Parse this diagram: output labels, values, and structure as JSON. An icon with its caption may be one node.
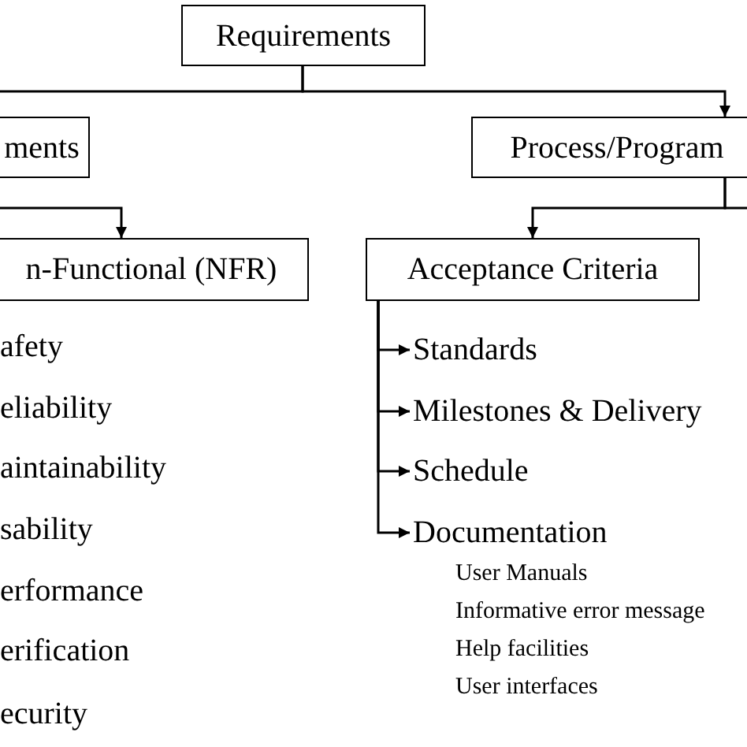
{
  "diagram": {
    "nodes": [
      {
        "text": [
          "Requirements"
        ]
      },
      {
        "text": [
          "ments"
        ]
      },
      {
        "text": [
          "Process/Program"
        ]
      },
      {
        "text": [
          "n-Functional (NFR)"
        ]
      },
      {
        "text": [
          "Acceptance Criteria"
        ]
      },
      {
        "text": [
          "Standards"
        ]
      },
      {
        "text": [
          "Milestones & Delivery"
        ]
      },
      {
        "text": [
          "Schedule"
        ]
      },
      {
        "text": [
          "Documentation"
        ]
      }
    ],
    "edges": [
      {
        "from": 0,
        "to": null,
        "arrow": "none"
      },
      {
        "from": 0,
        "to": 2,
        "arrow": "to"
      },
      {
        "from": null,
        "to": 3,
        "arrow": "to"
      },
      {
        "from": 2,
        "to": 4,
        "arrow": "to"
      },
      {
        "from": 2,
        "to": null,
        "arrow": "none"
      },
      {
        "from": 4,
        "to": 5,
        "arrow": "to"
      },
      {
        "from": 4,
        "to": 6,
        "arrow": "to"
      },
      {
        "from": 4,
        "to": 7,
        "arrow": "to"
      },
      {
        "from": 4,
        "to": 8,
        "arrow": "to"
      }
    ],
    "labels": [
      "afety",
      "eliability",
      "aintainability",
      "sability",
      "erformance",
      "erification",
      "ecurity",
      "User Manuals",
      "Informative error message",
      "Help facilities",
      "User interfaces"
    ]
  }
}
